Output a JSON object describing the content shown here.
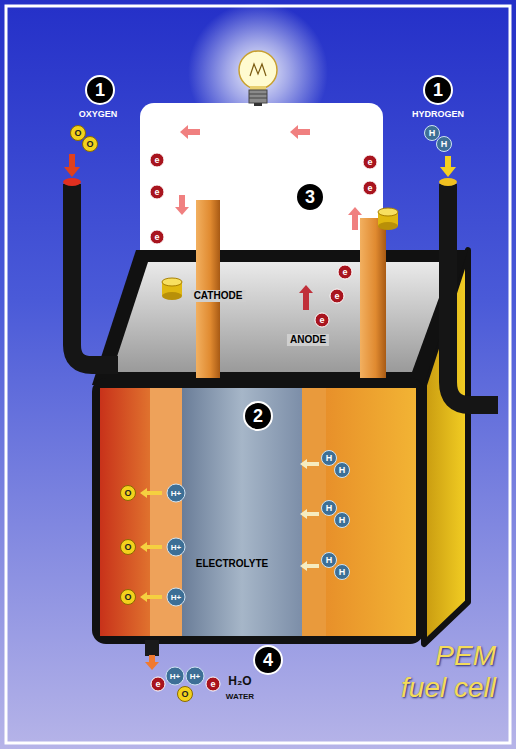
{
  "diagram": {
    "caption": "PEM fuel cell",
    "labels": [
      "1",
      "OXYGEN",
      "O",
      "O",
      "1",
      "HYDROGEN",
      "H",
      "H",
      "3",
      "e",
      "e",
      "e",
      "e",
      "e",
      "e",
      "e",
      "e",
      "CATHODE",
      "ANODE",
      "2",
      "H",
      "H",
      "O",
      "H+",
      "H",
      "H",
      "O",
      "H+",
      "ELECTROLYTE",
      "H",
      "H",
      "O",
      "H+",
      "4",
      "e",
      "H+",
      "H+",
      "e",
      "O",
      "H₂O",
      "WATER"
    ]
  }
}
